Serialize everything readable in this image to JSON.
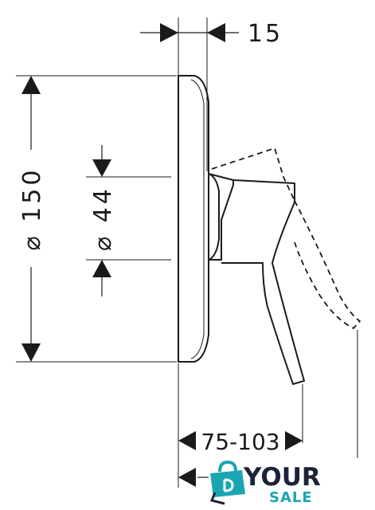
{
  "dimensions": {
    "top_thickness": "15",
    "plate_diameter": "⌀ 150",
    "cartridge_diameter": "⌀ 44",
    "projection": "75-103"
  },
  "logo": {
    "line1": "YOUR",
    "line2": "SALE",
    "colors": {
      "dark": "#1c2338",
      "accent": "#1aa6b0"
    }
  },
  "colors": {
    "line": "#1a1a1a"
  }
}
